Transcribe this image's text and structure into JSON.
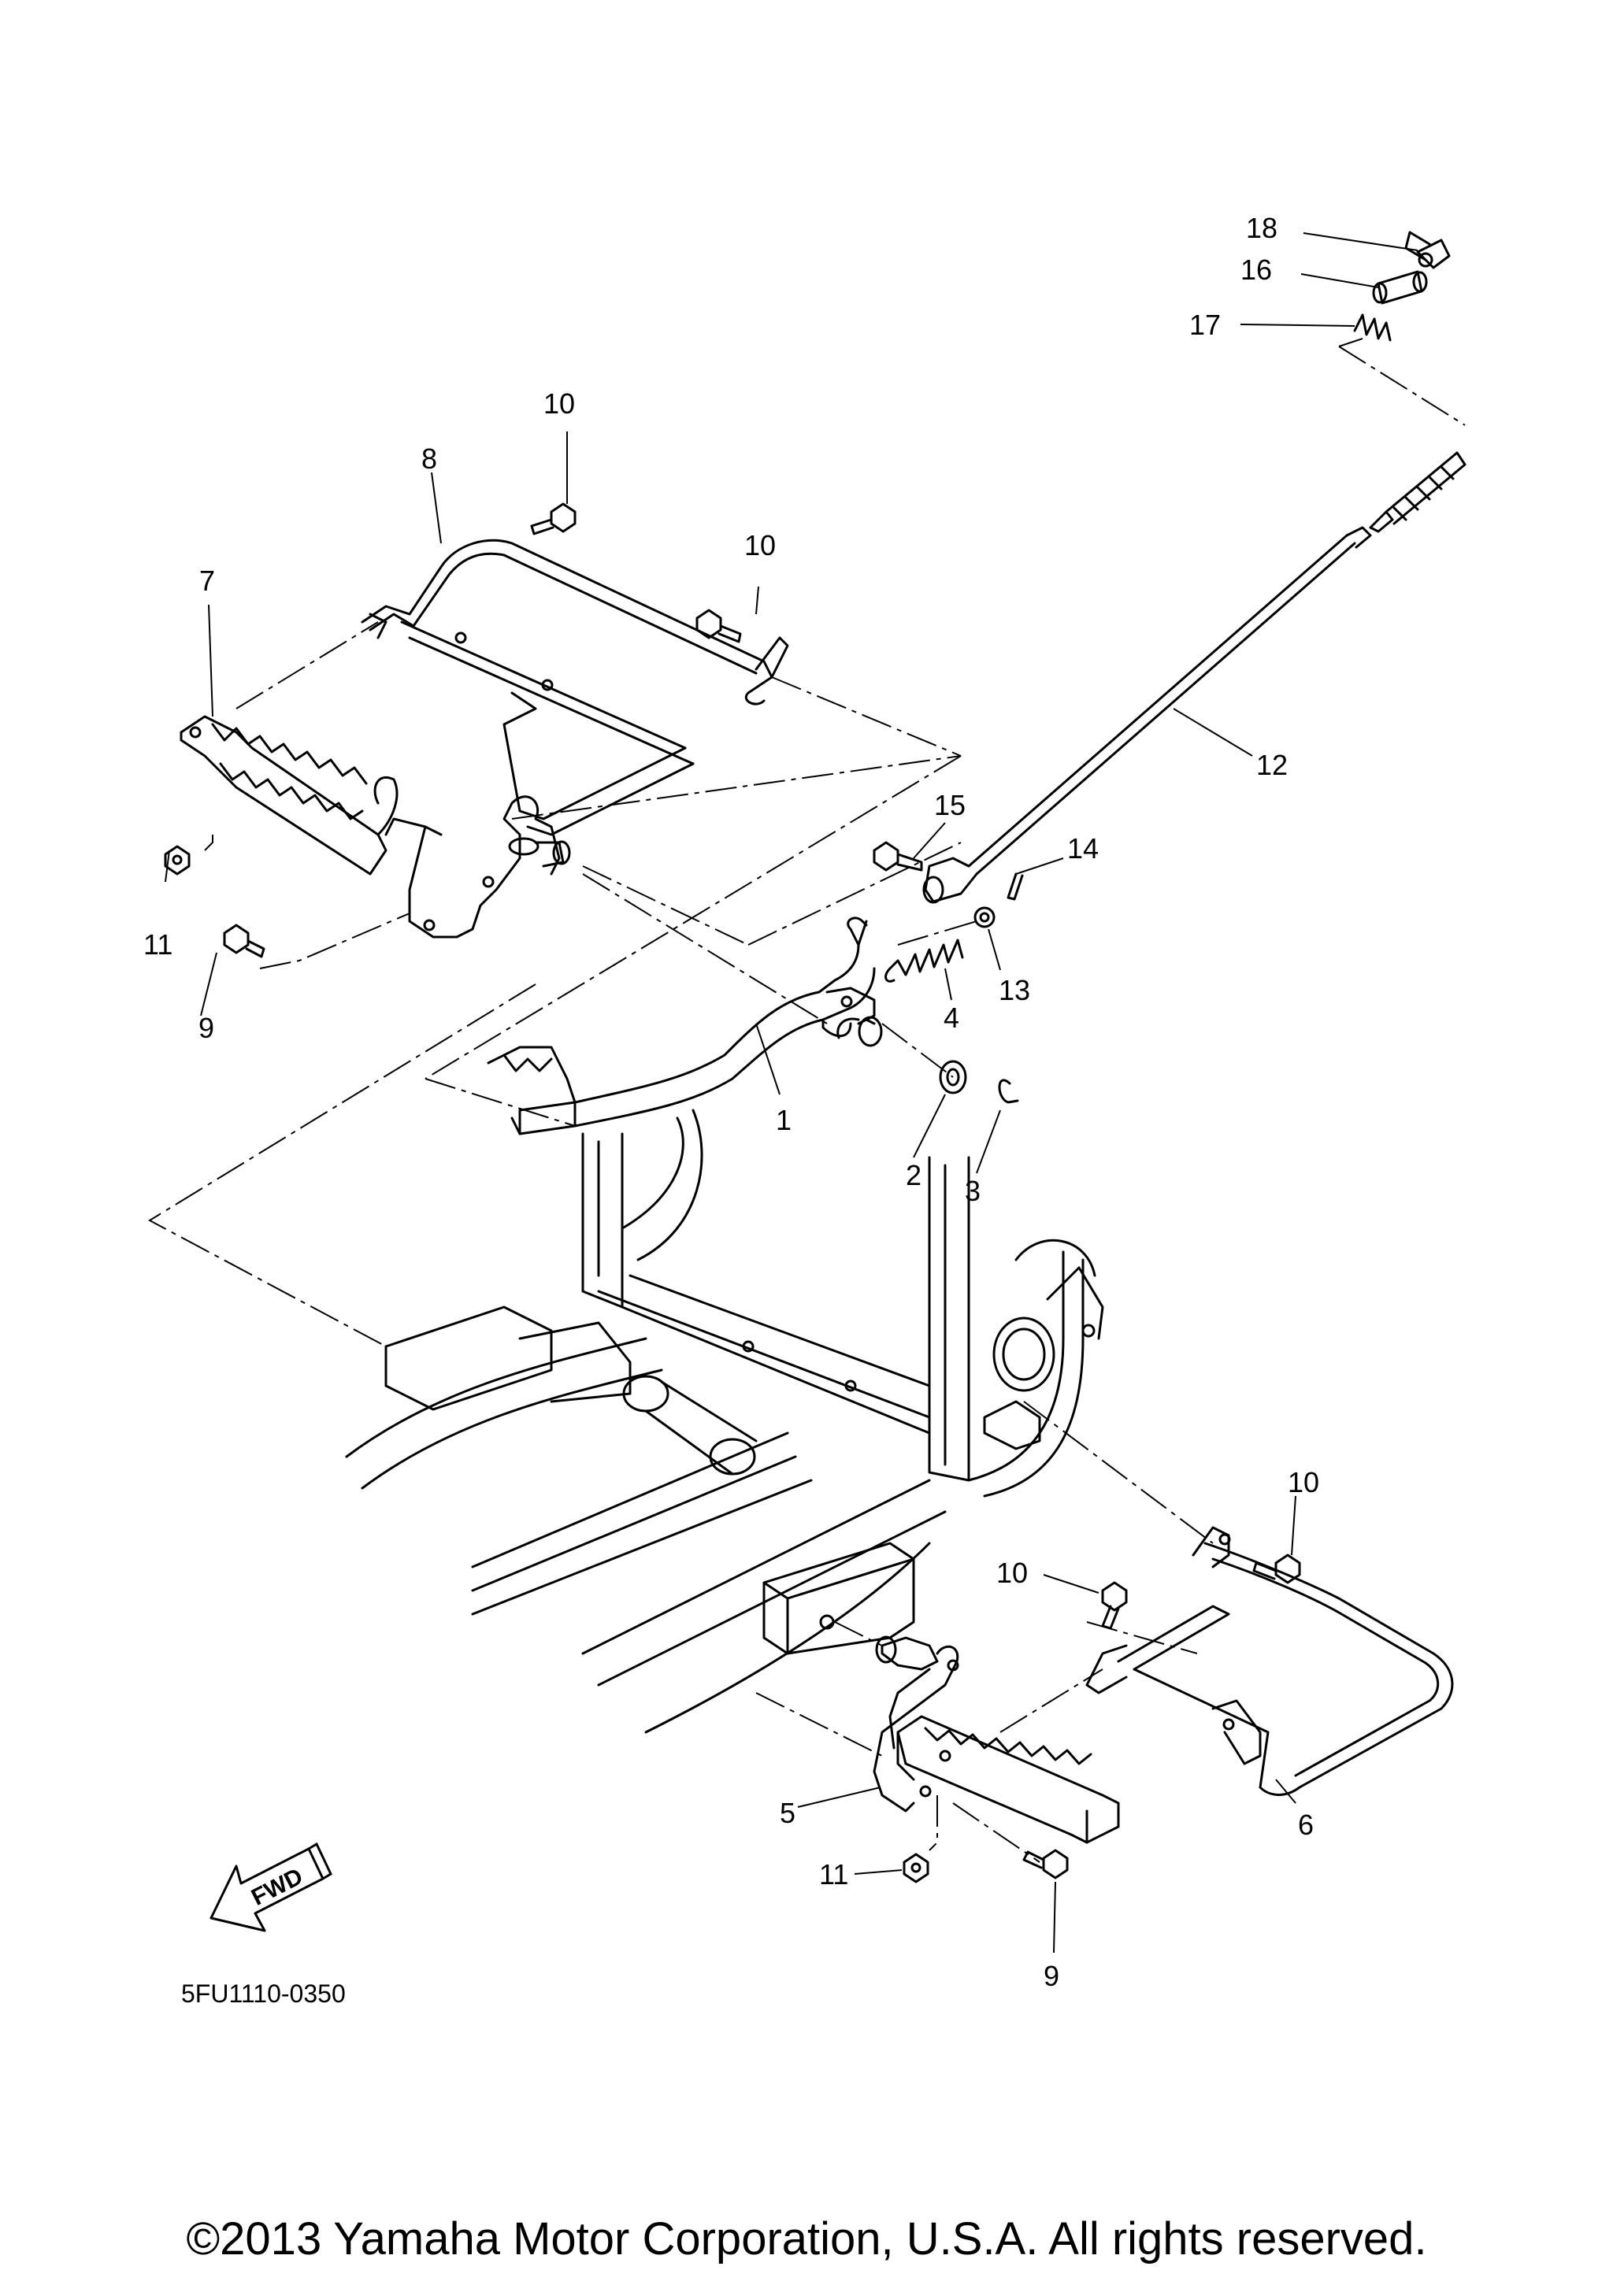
{
  "drawing": {
    "code": "5FU1110-0350",
    "fwd_label": "FWD",
    "copyright": "©2013 Yamaha Motor Corporation, U.S.A. All rights reserved."
  },
  "callouts": [
    {
      "id": "c1",
      "label": "1"
    },
    {
      "id": "c2",
      "label": "2"
    },
    {
      "id": "c3",
      "label": "3"
    },
    {
      "id": "c4",
      "label": "4"
    },
    {
      "id": "c5",
      "label": "5"
    },
    {
      "id": "c6",
      "label": "6"
    },
    {
      "id": "c7",
      "label": "7"
    },
    {
      "id": "c8",
      "label": "8"
    },
    {
      "id": "c9a",
      "label": "9"
    },
    {
      "id": "c9b",
      "label": "9"
    },
    {
      "id": "c10a",
      "label": "10"
    },
    {
      "id": "c10b",
      "label": "10"
    },
    {
      "id": "c10c",
      "label": "10"
    },
    {
      "id": "c10d",
      "label": "10"
    },
    {
      "id": "c11a",
      "label": "11"
    },
    {
      "id": "c11b",
      "label": "11"
    },
    {
      "id": "c12",
      "label": "12"
    },
    {
      "id": "c13",
      "label": "13"
    },
    {
      "id": "c14",
      "label": "14"
    },
    {
      "id": "c15",
      "label": "15"
    },
    {
      "id": "c16",
      "label": "16"
    },
    {
      "id": "c17",
      "label": "17"
    },
    {
      "id": "c18",
      "label": "18"
    }
  ]
}
